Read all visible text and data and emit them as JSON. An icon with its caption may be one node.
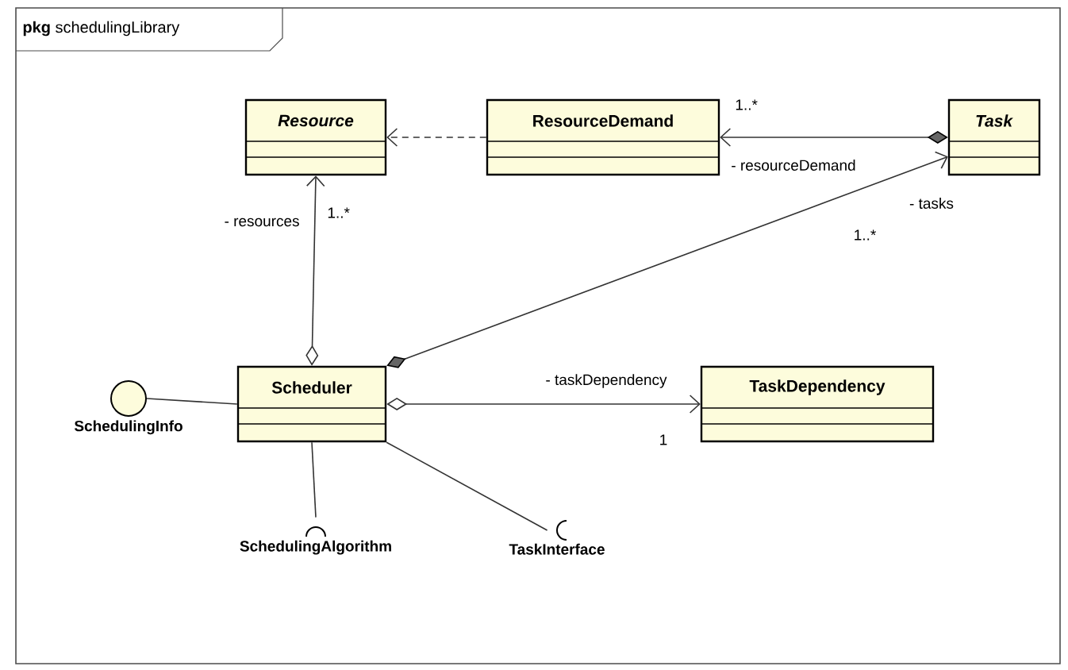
{
  "diagram": {
    "nodes": [
      {
        "text": [
          "**pkg** schedulingLibrary"
        ]
      },
      {
        "text": [
          "*Resource*"
        ],
        "in": 0
      },
      {
        "text": [
          "ResourceDemand"
        ],
        "in": 0
      },
      {
        "text": [
          "*Task*"
        ],
        "in": 0
      },
      {
        "text": [
          "Scheduler"
        ],
        "in": 0
      },
      {
        "text": [
          "TaskDependency"
        ],
        "in": 0
      },
      {
        "text": [
          "SchedulingInfo"
        ],
        "in": 0
      },
      {
        "text": [
          "SchedulingAlgorithm"
        ],
        "in": 0
      },
      {
        "text": [
          "TaskInterface"
        ],
        "in": 0
      }
    ],
    "edges": [
      {
        "from": 2,
        "to": 1,
        "arrow": "to",
        "style": "dashed"
      },
      {
        "from": 3,
        "to": 2,
        "arrow": "to",
        "label": "- resourceDemand"
      },
      {
        "from": 4,
        "to": 1,
        "arrow": "to",
        "label": "- resources"
      },
      {
        "from": 4,
        "to": 3,
        "arrow": "to",
        "label": "- tasks"
      },
      {
        "from": 4,
        "to": 5,
        "arrow": "to",
        "label": "- taskDependency"
      },
      {
        "from": 4,
        "to": 6,
        "arrow": "none"
      },
      {
        "from": 4,
        "to": 7,
        "arrow": "none"
      },
      {
        "from": 4,
        "to": 8,
        "arrow": "none"
      }
    ],
    "labels": [
      "1..*",
      "1..*",
      "1..*",
      "1"
    ]
  }
}
